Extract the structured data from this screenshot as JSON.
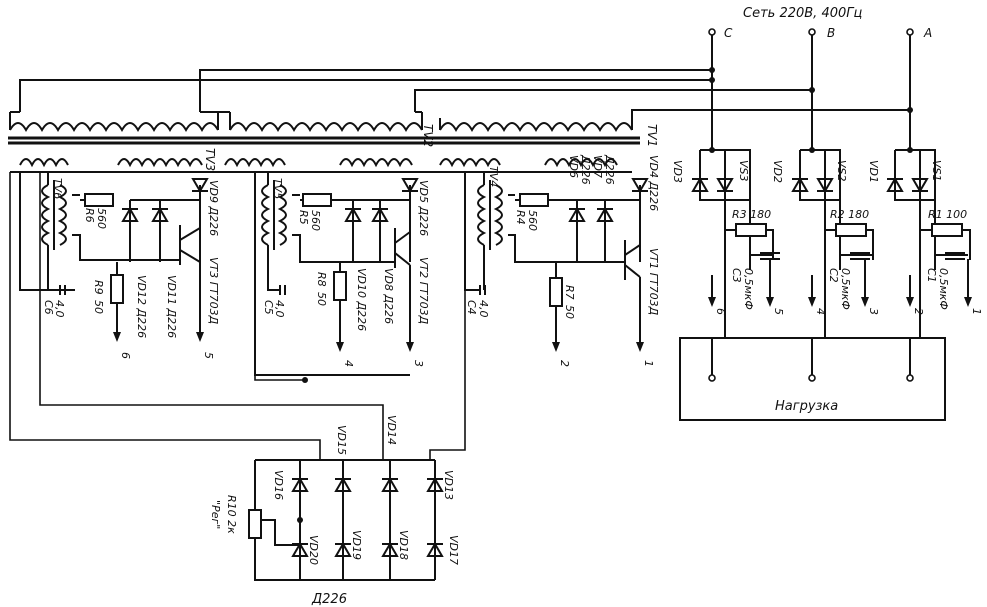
{
  "title": "Сеть 220В, 400Гц",
  "phases": [
    "С",
    "В",
    "А"
  ],
  "transformers": [
    "TV3",
    "TV2",
    "TV1",
    "TV6",
    "TV5",
    "TV4"
  ],
  "stage3": {
    "r_base": "R6",
    "r_base_val": "560",
    "diodes": "VD9 Д226",
    "transistor": "VT3 ГТ703Д",
    "r_em": "R9",
    "r_em_val": "50",
    "cap": "C6",
    "cap_val": "4,0",
    "vd12": "VD12 Д226",
    "vd11": "VD11 Д226",
    "out_left": "6",
    "out_right": "5"
  },
  "stage2": {
    "r_base": "R5",
    "r_base_val": "560",
    "diodes": "VD5 Д226",
    "transistor": "VT2 ГТ703Д",
    "r_em": "R8",
    "r_em_val": "50",
    "cap": "C5",
    "cap_val": "4,0",
    "vd10": "VD10 Д226",
    "vd8": "VD8 Д226",
    "out_left": "4",
    "out_right": "3"
  },
  "stage1": {
    "r_base": "R4",
    "r_base_val": "560",
    "vd6": "VD6",
    "vd6_type": "Д226",
    "vd7": "VD7",
    "vd7_type": "Д226",
    "vd4": "VD4 Д226",
    "transistor": "VT1 ГТ703Д",
    "r_em": "R7",
    "r_em_val": "50",
    "cap": "C4",
    "cap_val": "4,0",
    "out_left": "2",
    "out_right": "1"
  },
  "thyristors": [
    {
      "vd": "VD3",
      "vs": "VS3",
      "r": "R3 180",
      "c": "C3",
      "c_val": "0,5мкФ",
      "out_l": "6",
      "out_r": "5"
    },
    {
      "vd": "VD2",
      "vs": "VS2",
      "r": "R2 180",
      "c": "C2",
      "c_val": "0,5мкФ",
      "out_l": "4",
      "out_r": "3"
    },
    {
      "vd": "VD1",
      "vs": "VS1",
      "r": "R1 100",
      "c": "C1",
      "c_val": "0,5мкФ",
      "out_l": "2",
      "out_r": "1"
    }
  ],
  "load": "Нагрузка",
  "bridge": {
    "top": [
      "VD16",
      "VD15",
      "VD14",
      "VD13"
    ],
    "bottom": [
      "VD20",
      "VD19",
      "VD18",
      "VD17"
    ],
    "resistor": "R10 2к",
    "resistor_note": "\"Рег\"",
    "type": "Д226"
  }
}
